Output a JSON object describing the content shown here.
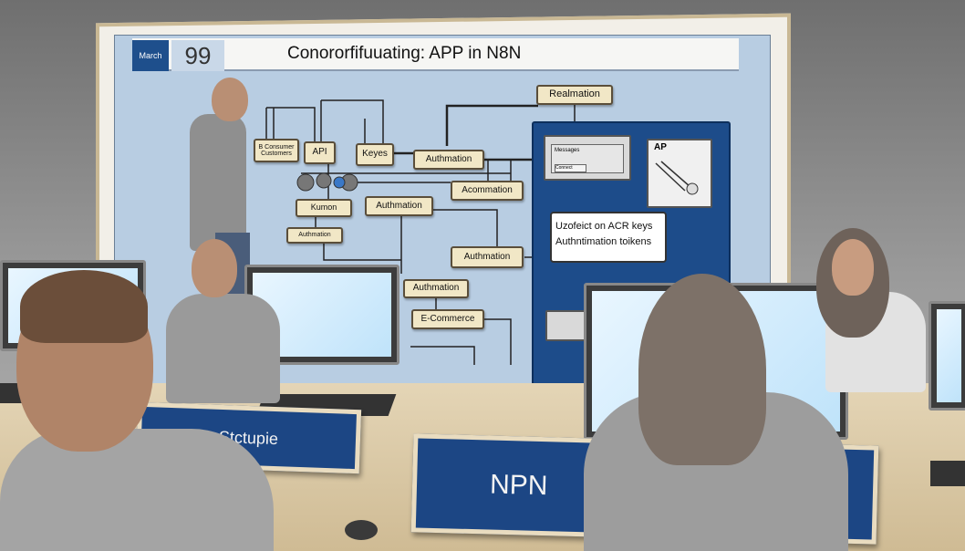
{
  "board": {
    "month": "March",
    "day": "99",
    "title": "Conororfifuuating: APP in N8N"
  },
  "diagram": {
    "nodes": [
      "B Consumer Customers",
      "API",
      "Keyes",
      "Authmation",
      "Acommation",
      "Kumon",
      "Authmation",
      "Authmation",
      "Authmation",
      "Authmation",
      "E-Commerce",
      "Realmation"
    ]
  },
  "panel": {
    "window_1_label": "Messages",
    "window_1_button": "Connect",
    "window_2_label": "AP",
    "note_line_1": "Uzofeict on ACR keys",
    "note_line_2": "Authntimation toikens"
  },
  "nameplates": [
    "Stctupie",
    "NPN"
  ],
  "colors": {
    "board_blue": "#b8cde2",
    "panel_blue": "#1d4c8a",
    "plate_blue": "#1c4684",
    "node_beige": "#f1e7c6"
  }
}
